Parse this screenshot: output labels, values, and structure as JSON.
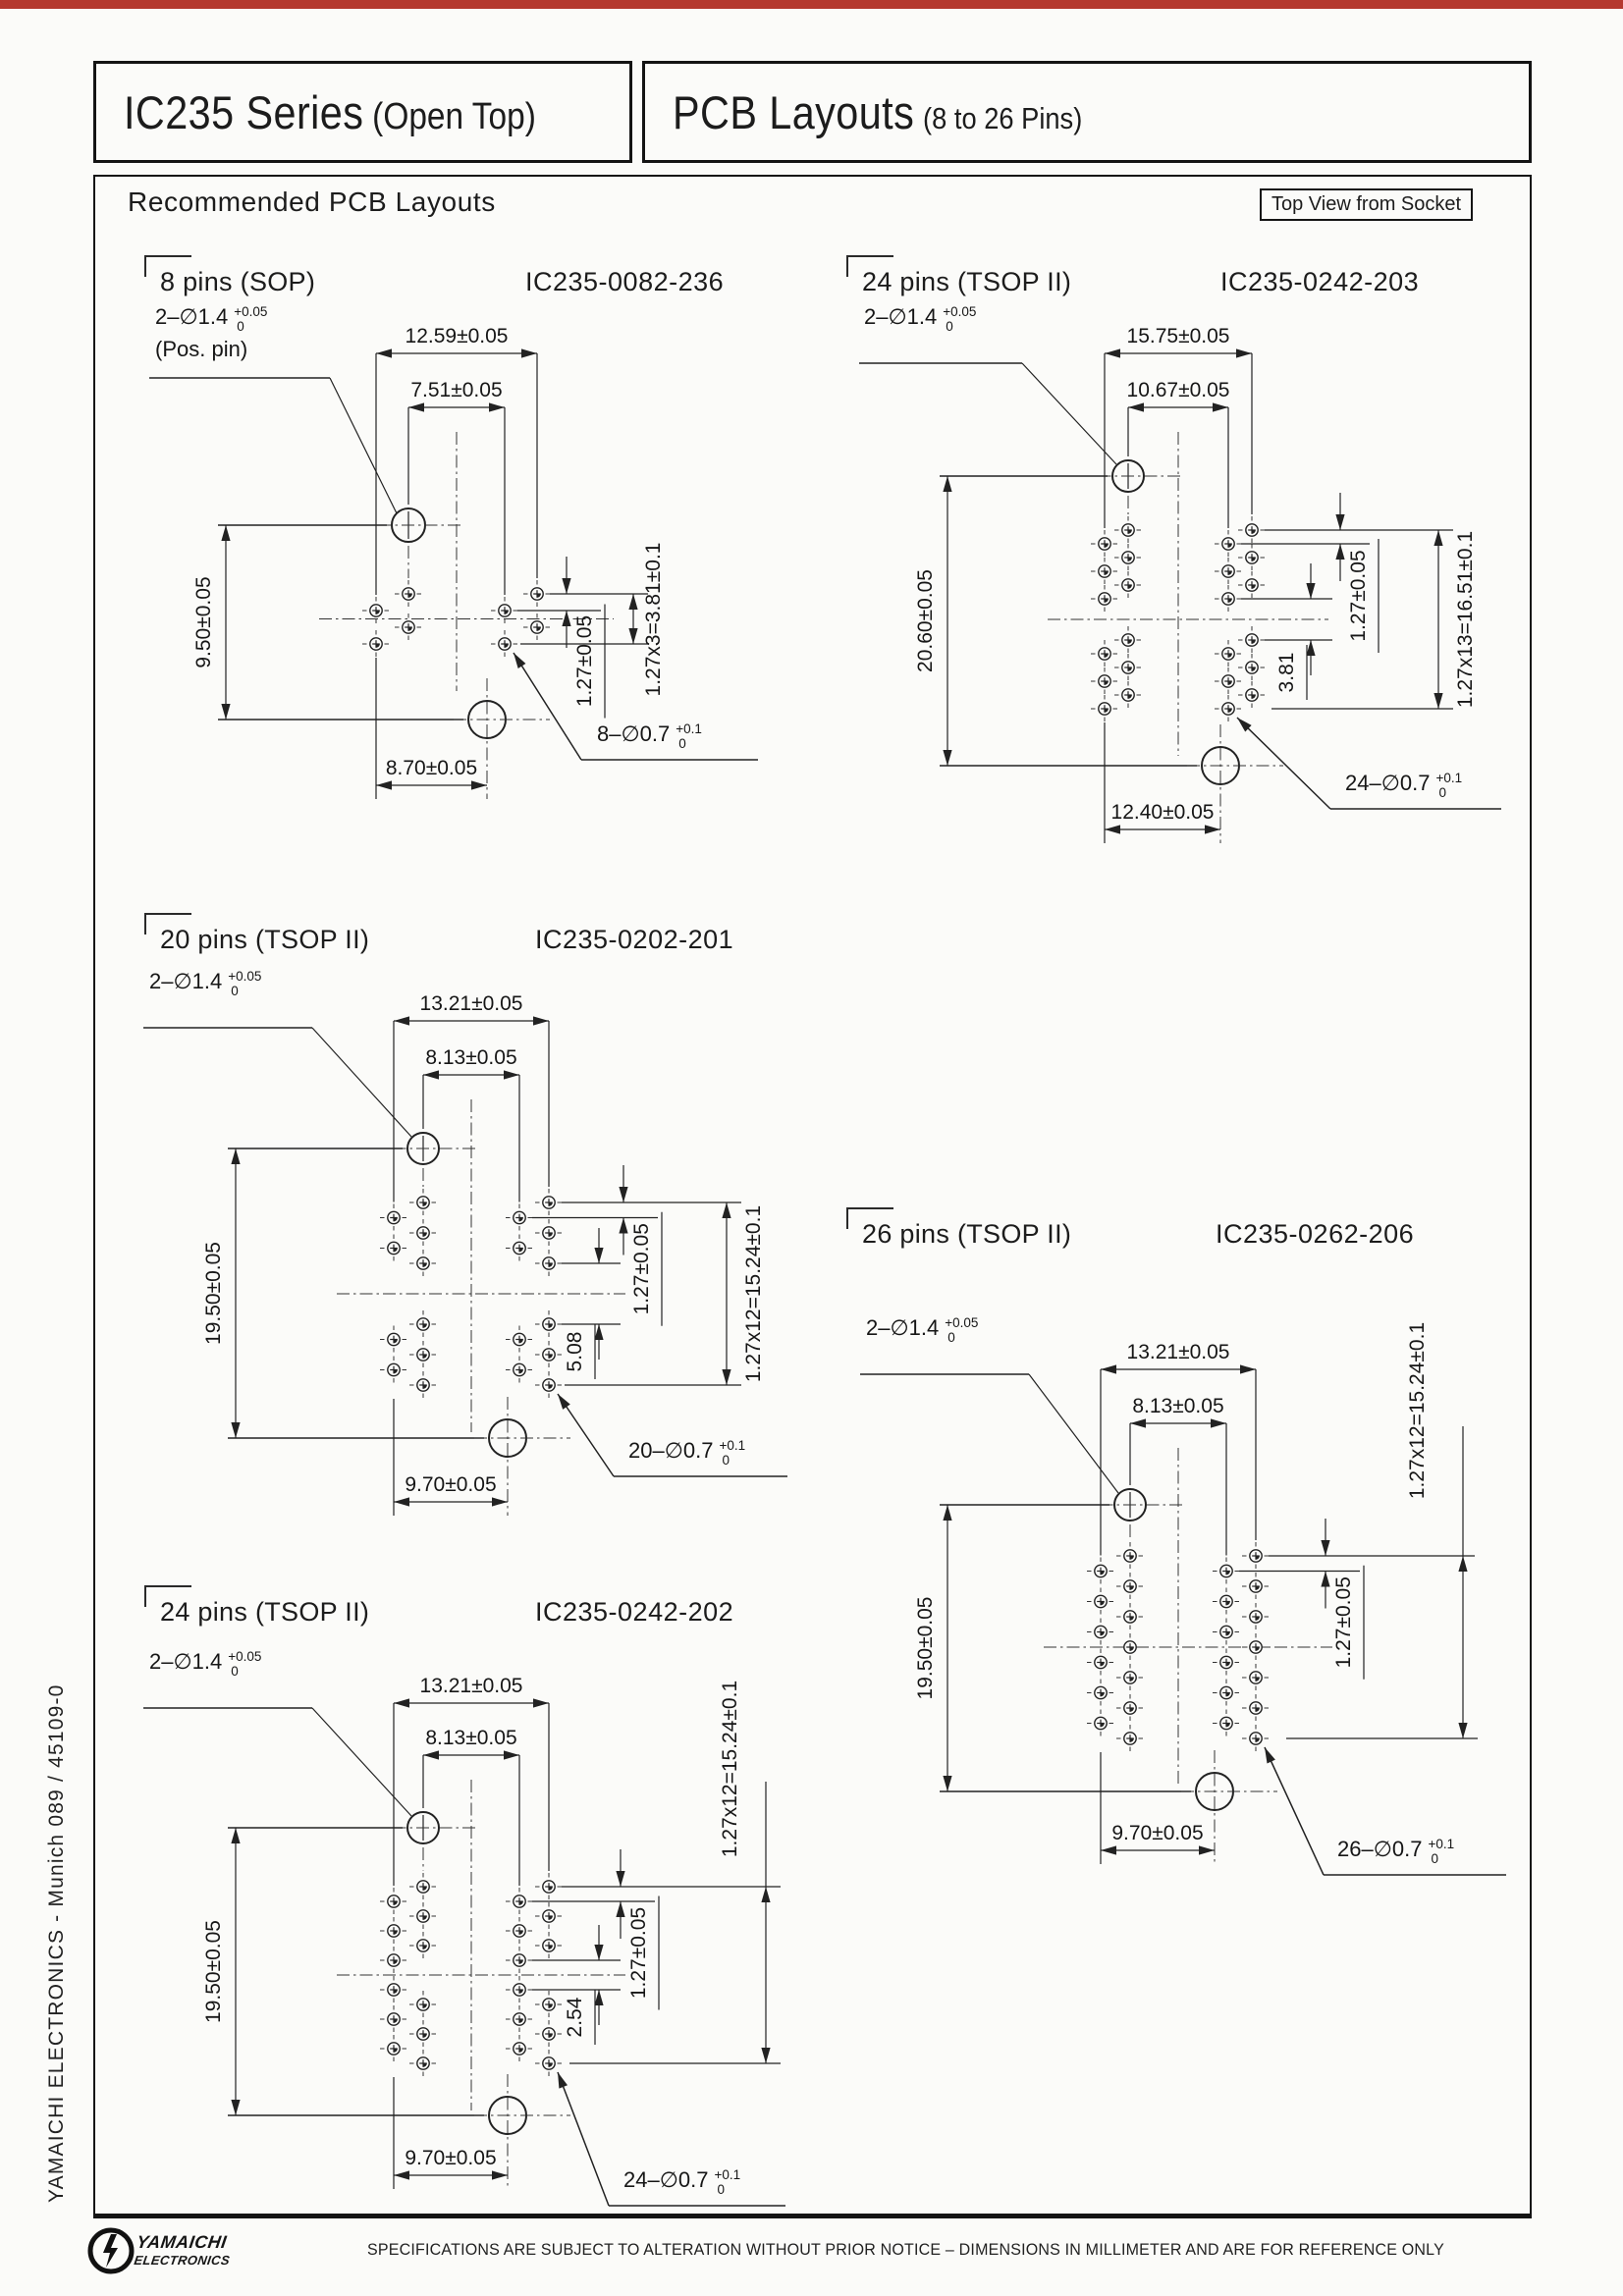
{
  "page": {
    "header": {
      "series_title": "IC235 Series",
      "series_subtitle": "(Open Top)",
      "layouts_title": "PCB Layouts",
      "layouts_subtitle": "(8 to 26 Pins)"
    },
    "section_title": "Recommended PCB Layouts",
    "view_label": "Top View from Socket",
    "sidebar_vertical_text": "YAMAICHI ELECTRONICS   -   Munich 089 / 45109-0",
    "footer": {
      "logo_line1": "YAMAICHI",
      "logo_line2": "ELECTRONICS",
      "disclaimer": "SPECIFICATIONS ARE SUBJECT TO ALTERATION WITHOUT PRIOR NOTICE  –  DIMENSIONS IN MILLIMETER AND ARE FOR REFERENCE ONLY"
    }
  },
  "diagrams": [
    {
      "id": "sop8",
      "title": "8 pins (SOP)",
      "part_number": "IC235-0082-236",
      "package": "SOP",
      "pin_count": 8,
      "pins_per_side": 4,
      "row_pitch_mm": "1.27",
      "dim_top_outer": "12.59±0.05",
      "dim_top_inner": "7.51±0.05",
      "dim_left_vertical": "9.50±0.05",
      "dim_bottom": "8.70±0.05",
      "dim_pitch": "1.27±0.05",
      "dim_total": "1.27x3=3.81±0.1",
      "dim_gap": null,
      "pos_pin": {
        "label": "2–∅1.4",
        "tol_upper": "+0.05",
        "tol_lower": "0",
        "note": "(Pos. pin)"
      },
      "holes": {
        "label": "8–∅0.7",
        "tol_upper": "+0.1",
        "tol_lower": "0"
      }
    },
    {
      "id": "tsop24-203",
      "title": "24 pins (TSOP II)",
      "part_number": "IC235-0242-203",
      "package": "TSOP II",
      "pin_count": 24,
      "pins_per_side": 12,
      "row_pitch_mm": "1.27",
      "dim_top_outer": "15.75±0.05",
      "dim_top_inner": "10.67±0.05",
      "dim_left_vertical": "20.60±0.05",
      "dim_bottom": "12.40±0.05",
      "dim_pitch": "1.27±0.05",
      "dim_total": "1.27x13=16.51±0.1",
      "dim_gap": "3.81",
      "pos_pin": {
        "label": "2–∅1.4",
        "tol_upper": "+0.05",
        "tol_lower": "0",
        "note": null
      },
      "holes": {
        "label": "24–∅0.7",
        "tol_upper": "+0.1",
        "tol_lower": "0"
      }
    },
    {
      "id": "tsop20-201",
      "title": "20 pins (TSOP II)",
      "part_number": "IC235-0202-201",
      "package": "TSOP II",
      "pin_count": 20,
      "pins_per_side": 10,
      "row_pitch_mm": "1.27",
      "dim_top_outer": "13.21±0.05",
      "dim_top_inner": "8.13±0.05",
      "dim_left_vertical": "19.50±0.05",
      "dim_bottom": "9.70±0.05",
      "dim_pitch": "1.27±0.05",
      "dim_total": "1.27x12=15.24±0.1",
      "dim_gap": "5.08",
      "pos_pin": {
        "label": "2–∅1.4",
        "tol_upper": "+0.05",
        "tol_lower": "0",
        "note": null
      },
      "holes": {
        "label": "20–∅0.7",
        "tol_upper": "+0.1",
        "tol_lower": "0"
      }
    },
    {
      "id": "tsop26-206",
      "title": "26 pins (TSOP II)",
      "part_number": "IC235-0262-206",
      "package": "TSOP II",
      "pin_count": 26,
      "pins_per_side": 13,
      "row_pitch_mm": "1.27",
      "dim_top_outer": "13.21±0.05",
      "dim_top_inner": "8.13±0.05",
      "dim_left_vertical": "19.50±0.05",
      "dim_bottom": "9.70±0.05",
      "dim_pitch": "1.27±0.05",
      "dim_total": "1.27x12=15.24±0.1",
      "dim_gap": null,
      "pos_pin": {
        "label": "2–∅1.4",
        "tol_upper": "+0.05",
        "tol_lower": "0",
        "note": null
      },
      "holes": {
        "label": "26–∅0.7",
        "tol_upper": "+0.1",
        "tol_lower": "0"
      }
    },
    {
      "id": "tsop24-202",
      "title": "24 pins (TSOP II)",
      "part_number": "IC235-0242-202",
      "package": "TSOP II",
      "pin_count": 24,
      "pins_per_side": 12,
      "row_pitch_mm": "1.27",
      "dim_top_outer": "13.21±0.05",
      "dim_top_inner": "8.13±0.05",
      "dim_left_vertical": "19.50±0.05",
      "dim_bottom": "9.70±0.05",
      "dim_pitch": "1.27±0.05",
      "dim_total": "1.27x12=15.24±0.1",
      "dim_gap": "2.54",
      "pos_pin": {
        "label": "2–∅1.4",
        "tol_upper": "+0.05",
        "tol_lower": "0",
        "note": null
      },
      "holes": {
        "label": "24–∅0.7",
        "tol_upper": "+0.1",
        "tol_lower": "0"
      }
    }
  ]
}
